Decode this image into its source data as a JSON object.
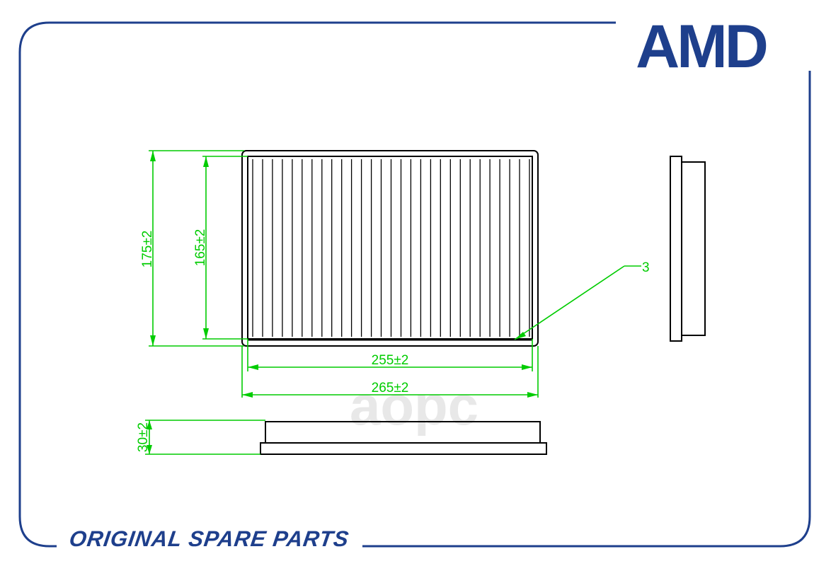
{
  "brand": {
    "logo_text": "AMD",
    "color": "#1e3f8c"
  },
  "watermark": "аорс",
  "footer": {
    "slogan": "ORIGINAL SPARE PARTS"
  },
  "dimensions": {
    "outer_height": "175±2",
    "inner_height": "165±2",
    "inner_width": "255±2",
    "outer_width": "265±2",
    "thickness": "30±2",
    "callout": "3"
  },
  "colors": {
    "frame": "#1e3f8c",
    "dimension_lines": "#00cc00",
    "drawing": "#000000"
  }
}
